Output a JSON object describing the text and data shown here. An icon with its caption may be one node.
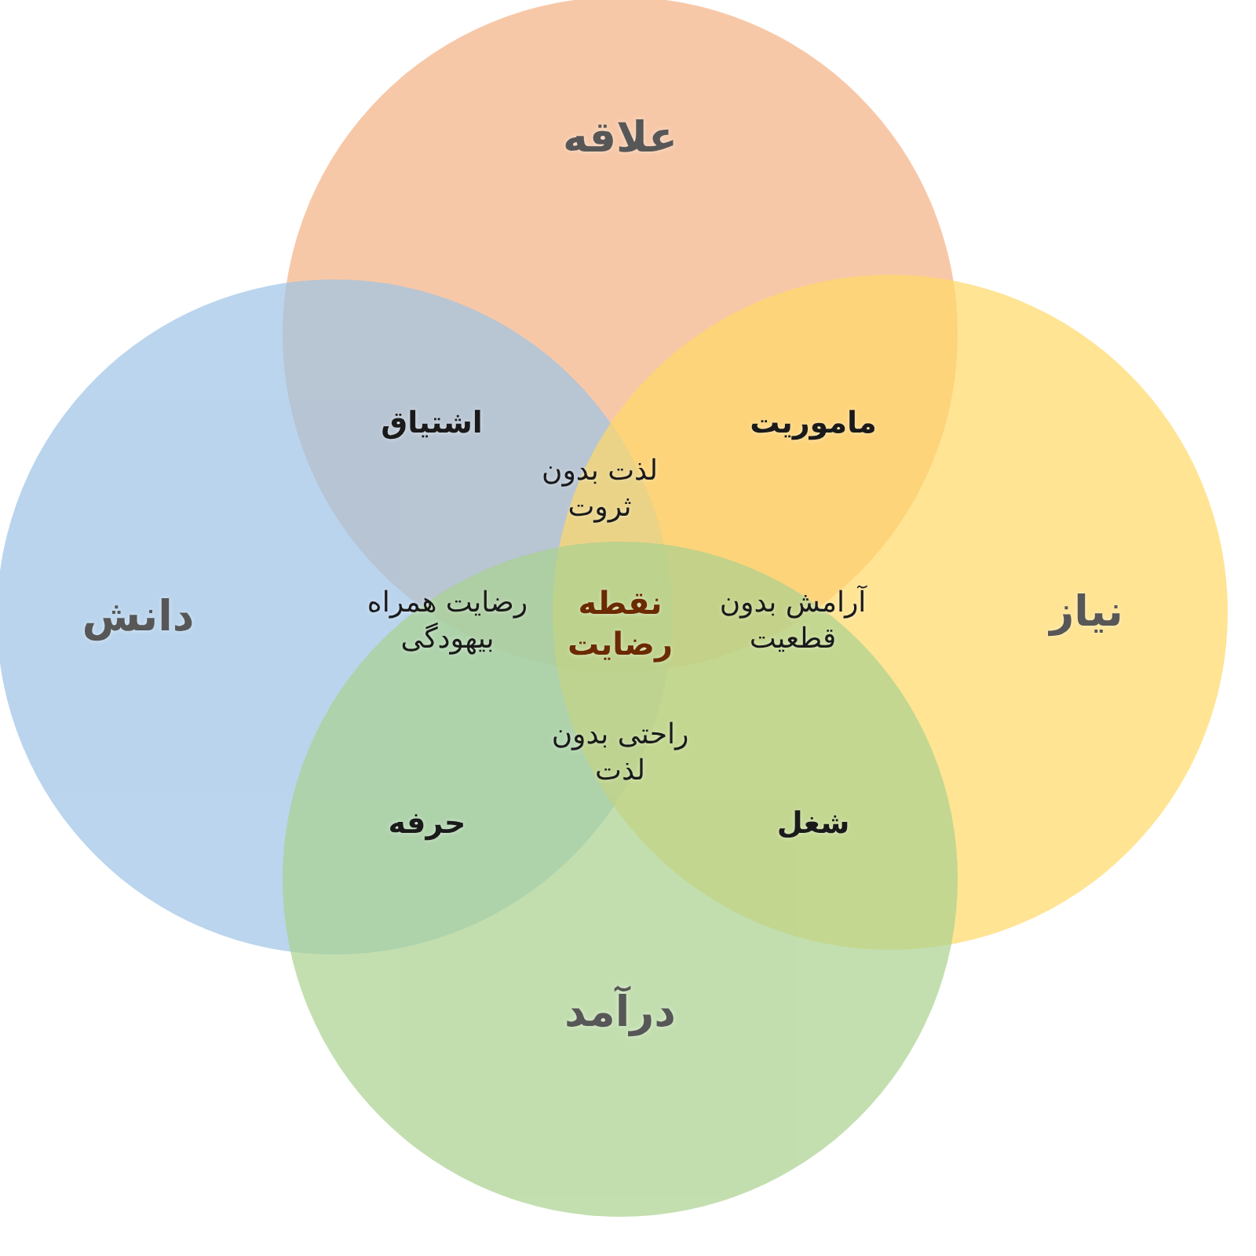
{
  "diagram": {
    "nodes": [
      {
        "text": [
          "علاقه"
        ]
      },
      {
        "text": [
          "دانش"
        ]
      },
      {
        "text": [
          "نیاز"
        ]
      },
      {
        "text": [
          "درآمد"
        ]
      }
    ],
    "edges": [],
    "labels": [
      "اشتیاق",
      "ماموریت",
      "لذت بدون ثروت",
      "رضایت همراه بیهودگی",
      "نقطه رضایت",
      "آرامش بدون قطعیت",
      "راحتی بدون لذت",
      "حرفه",
      "شغل"
    ]
  }
}
